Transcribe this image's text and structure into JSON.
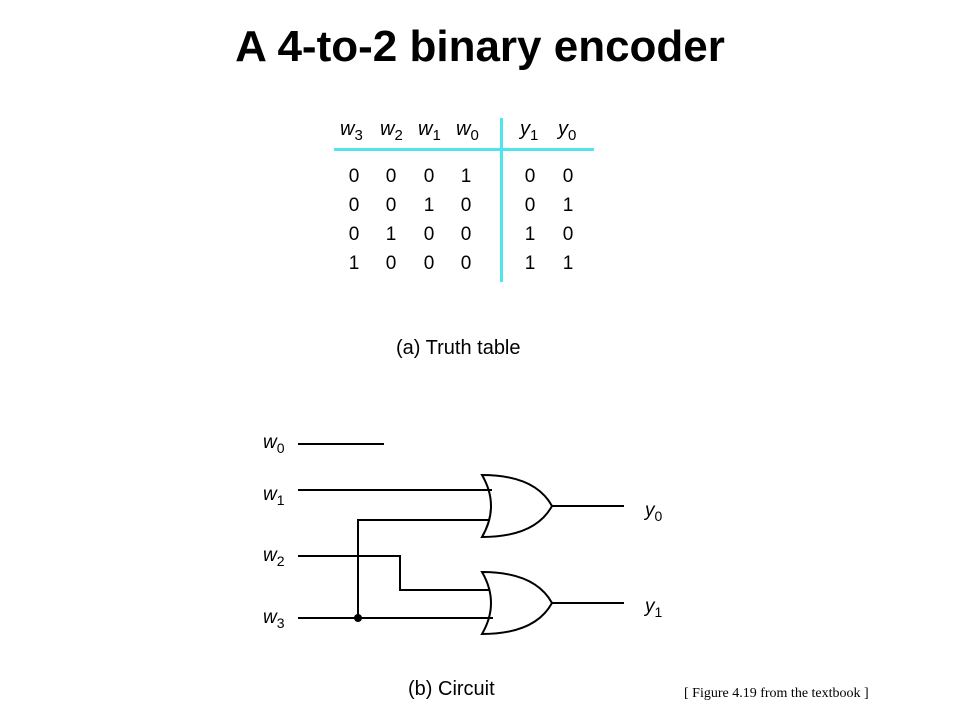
{
  "title": "A 4-to-2 binary encoder",
  "truth_table": {
    "inputs": [
      {
        "letter": "w",
        "sub": "3"
      },
      {
        "letter": "w",
        "sub": "2"
      },
      {
        "letter": "w",
        "sub": "1"
      },
      {
        "letter": "w",
        "sub": "0"
      }
    ],
    "outputs": [
      {
        "letter": "y",
        "sub": "1"
      },
      {
        "letter": "y",
        "sub": "0"
      }
    ],
    "rows": [
      [
        "0",
        "0",
        "0",
        "1",
        "0",
        "0"
      ],
      [
        "0",
        "0",
        "1",
        "0",
        "0",
        "1"
      ],
      [
        "0",
        "1",
        "0",
        "0",
        "1",
        "0"
      ],
      [
        "1",
        "0",
        "0",
        "0",
        "1",
        "1"
      ]
    ],
    "caption": "(a) Truth table",
    "line_color": "#4ee6ec"
  },
  "circuit": {
    "inputs": [
      {
        "letter": "w",
        "sub": "0"
      },
      {
        "letter": "w",
        "sub": "1"
      },
      {
        "letter": "w",
        "sub": "2"
      },
      {
        "letter": "w",
        "sub": "3"
      }
    ],
    "outputs": [
      {
        "letter": "y",
        "sub": "0"
      },
      {
        "letter": "y",
        "sub": "1"
      }
    ],
    "gates": [
      "OR",
      "OR"
    ],
    "caption": "(b) Circuit"
  },
  "source_note": "[ Figure 4.19 from the textbook ]"
}
